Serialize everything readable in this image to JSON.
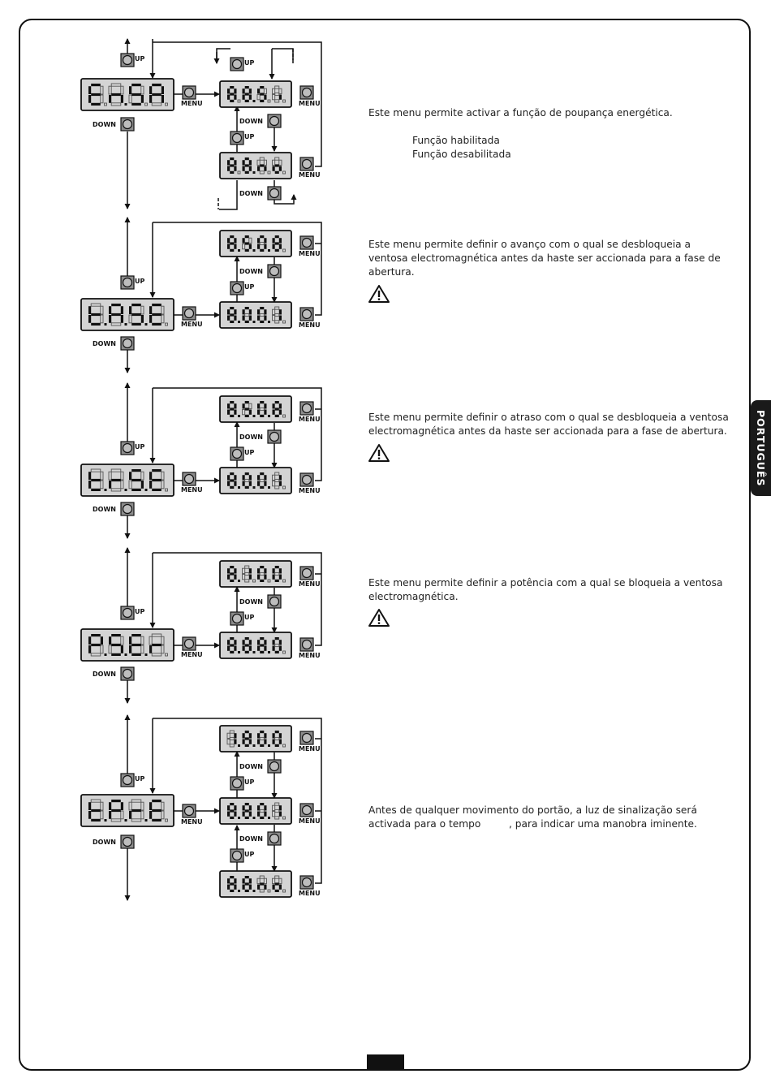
{
  "side_tab": {
    "label": "PORTUGUÊS"
  },
  "sections": [
    {
      "main_display": "En.SA",
      "values": [
        {
          "display": "88.Si"
        },
        {
          "display": "88.no"
        }
      ],
      "description": "Este menu permite activar a função de poupança energética.",
      "options": [
        "Função habilitada",
        "Função desabilitada"
      ]
    },
    {
      "main_display": "t.A.S.E",
      "values": [
        {
          "display": "8.5.0.8"
        },
        {
          "display": "8.0.0.1"
        }
      ],
      "description": "Este menu permite definir o avanço com o qual se desbloqueia a ventosa electromagnética antes da haste ser accionada para a fase de abertura.",
      "warning_icon": "warning-triangle-icon"
    },
    {
      "main_display": "t.r.S.E",
      "values": [
        {
          "display": "8.5.0.8"
        },
        {
          "display": "8.0.0.1"
        }
      ],
      "description": "Este menu permite definir o atraso com o qual se desbloqueia a ventosa electromagnética antes da haste ser accionada para a fase de abertura.",
      "warning_icon": "warning-triangle-icon"
    },
    {
      "main_display": "P.5.E.r",
      "values": [
        {
          "display": "8.100"
        },
        {
          "display": "8.8.8.0"
        }
      ],
      "description": "Este menu permite definir a potência com a qual se bloqueia a ventosa electromagnética.",
      "warning_icon": "warning-triangle-icon"
    },
    {
      "main_display": "t.P.r.E",
      "values": [
        {
          "display": "1.8.0.0"
        },
        {
          "display": "8.8.0.1"
        },
        {
          "display": "8.8.no"
        }
      ],
      "description_line1": "Antes de qualquer movimento do portão, a luz de sinalização será",
      "description_line2_a": "activada para o tempo",
      "description_line2_b": ", para indicar uma manobra iminente."
    }
  ],
  "buttons": {
    "up": "UP",
    "down": "DOWN",
    "menu": "MENU"
  }
}
